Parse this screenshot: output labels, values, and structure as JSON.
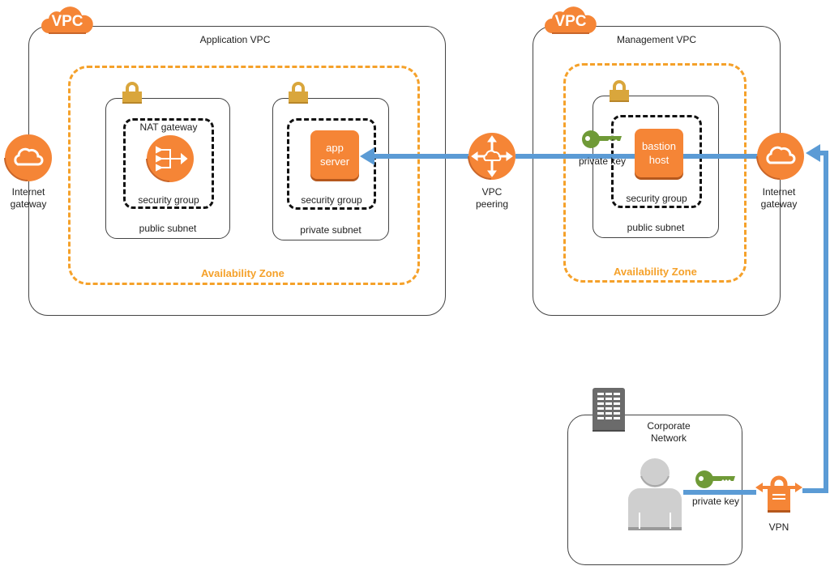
{
  "colors": {
    "aws_orange": "#f58536",
    "availability_zone": "#f5a12a",
    "security_group_red": "#e8161b",
    "connection_blue": "#5b9bd5",
    "lock_gold": "#d9a63c",
    "key_green": "#6f9a37",
    "gray_icon": "#6b6b6b",
    "user_gray": "#cfcfcf"
  },
  "application_vpc": {
    "badge": "VPC",
    "title": "Application VPC",
    "availability_zone": "Availability Zone",
    "internet_gateway": "Internet\ngateway",
    "public_subnet": {
      "label": "public subnet",
      "security_group": "security group",
      "resource": "NAT gateway"
    },
    "private_subnet": {
      "label": "private subnet",
      "security_group": "security group",
      "resource": "app\nserver"
    }
  },
  "vpc_peering": "VPC\npeering",
  "management_vpc": {
    "badge": "VPC",
    "title": "Management VPC",
    "availability_zone": "Availability Zone",
    "internet_gateway": "Internet\ngateway",
    "public_subnet": {
      "label": "public subnet",
      "security_group": "security group",
      "resource": "bastion\nhost",
      "key_label": "private key"
    }
  },
  "corporate_network": {
    "title": "Corporate\nNetwork",
    "key_label": "private key",
    "vpn": "VPN"
  }
}
